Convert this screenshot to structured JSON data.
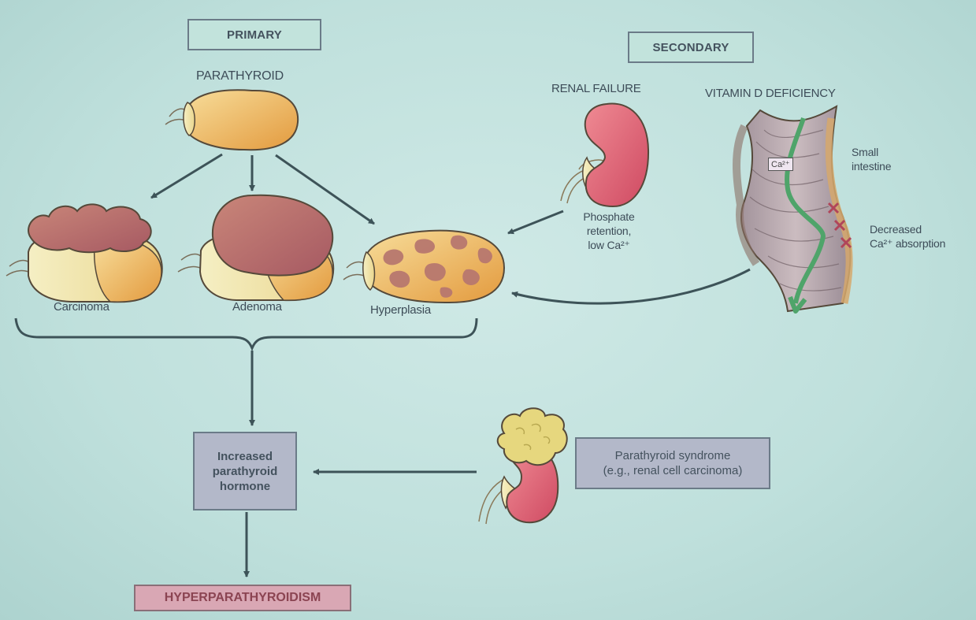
{
  "headings": {
    "primary": "PRIMARY",
    "secondary": "SECONDARY"
  },
  "labels": {
    "parathyroid": "PARATHYROID",
    "carcinoma": "Carcinoma",
    "adenoma": "Adenoma",
    "hyperplasia": "Hyperplasia",
    "renal_failure": "RENAL FAILURE",
    "vitamin_d": "VITAMIN D DEFICIENCY",
    "phosphate": [
      "Phosphate",
      "retention,",
      "low Ca²⁺"
    ],
    "small_intestine": [
      "Small",
      "intestine"
    ],
    "decreased": [
      "Decreased",
      "Ca²⁺ absorption"
    ],
    "ca_box": "Ca²⁺"
  },
  "boxes": {
    "increased_pth": [
      "Increased",
      "parathyroid",
      "hormone"
    ],
    "syndrome": [
      "Parathyroid syndrome",
      "(e.g., renal cell carcinoma)"
    ],
    "outcome": "HYPERPARATHYROIDISM"
  },
  "colors": {
    "gland": "#e9ad4e",
    "tumor": "#b9676a",
    "kidney": "#d9576a",
    "arrow": "#3d5358",
    "absorption_path": "#4fa46a",
    "block_marks": "#b0455a"
  }
}
